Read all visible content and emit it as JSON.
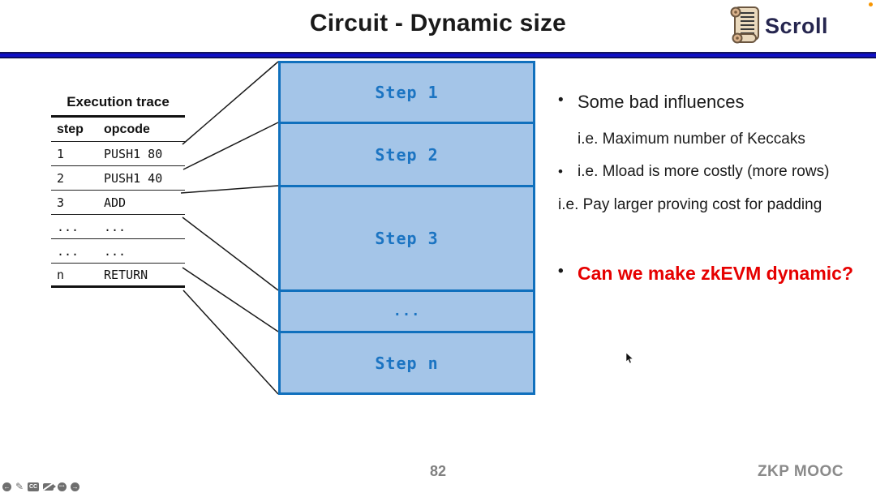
{
  "slide": {
    "title": "Circuit - Dynamic size",
    "page_number": "82",
    "course_label": "ZKP MOOC"
  },
  "logo": {
    "text": "Scroll"
  },
  "execution_trace": {
    "title": "Execution trace",
    "columns": {
      "step": "step",
      "opcode": "opcode"
    },
    "rows": [
      {
        "step": "1",
        "opcode": "PUSH1 80"
      },
      {
        "step": "2",
        "opcode": "PUSH1 40"
      },
      {
        "step": "3",
        "opcode": "ADD"
      },
      {
        "step": "...",
        "opcode": "..."
      },
      {
        "step": "...",
        "opcode": "..."
      },
      {
        "step": "n",
        "opcode": "RETURN"
      }
    ]
  },
  "circuit_steps": {
    "boxes": [
      {
        "label": "Step 1"
      },
      {
        "label": "Step 2"
      },
      {
        "label": "Step 3"
      },
      {
        "label": "..."
      },
      {
        "label": "Step n"
      }
    ],
    "fill_color": "#a4c5e8",
    "border_color": "#1070bd",
    "label_color": "#1b74c2"
  },
  "notes": {
    "bullet_glyph": "•",
    "bullet1": "Some bad influences",
    "sub1": "i.e. Maximum number of Keccaks",
    "bullet2": "i.e. Mload is more costly (more rows)",
    "sub2": "i.e. Pay larger proving cost for padding",
    "question": "Can we make zkEVM dynamic?",
    "question_color": "#e60000"
  },
  "player_controls": {
    "previous_glyph": "←",
    "draw_glyph": "✎",
    "cc_label": "CC",
    "more_glyph": "•••",
    "next_glyph": "→"
  }
}
